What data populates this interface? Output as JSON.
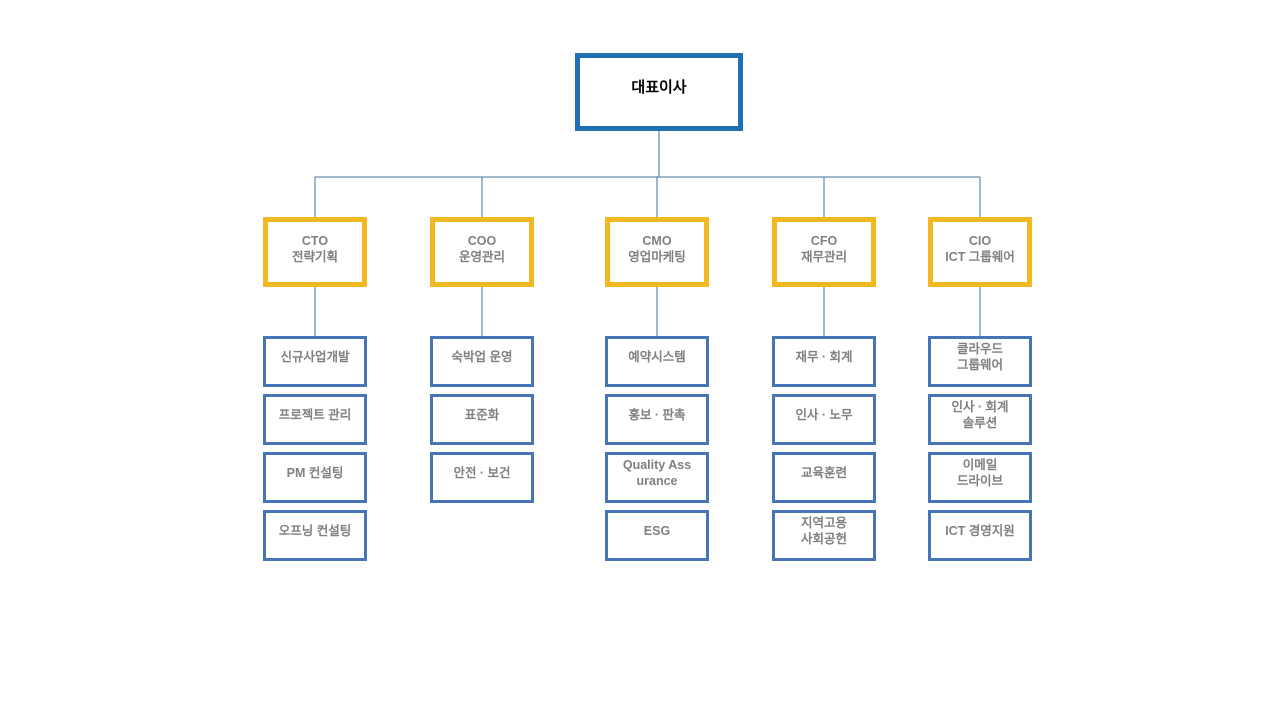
{
  "org": {
    "root": {
      "label": "대표이사"
    },
    "columns": [
      {
        "title": "CTO\n전략기획",
        "children": [
          "신규사업개발",
          "프로젝트 관리",
          "PM 컨설팅",
          "오프닝 컨설팅"
        ]
      },
      {
        "title": "COO\n운영관리",
        "children": [
          "숙박업 운영",
          "표준화",
          "안전 · 보건"
        ]
      },
      {
        "title": "CMO\n영업마케팅",
        "children": [
          "예약시스템",
          "홍보 · 판촉",
          "Quality Ass\nurance",
          "ESG"
        ]
      },
      {
        "title": "CFO\n재무관리",
        "children": [
          "재무 · 회계",
          "인사 · 노무",
          "교육훈련",
          "지역고용\n사회공헌"
        ]
      },
      {
        "title": "CIO\nICT 그룹웨어",
        "children": [
          "클라우드\n그룹웨어",
          "인사 · 회계\n솔루션",
          "이메일\n드라이브",
          "ICT 경영지원"
        ]
      }
    ],
    "colors": {
      "root_border": "#1F6FB2",
      "exec_border": "#F2B822",
      "child_border": "#4874B8",
      "connector": "#41719C",
      "label_text": "#808080",
      "root_text": "#000000"
    }
  }
}
